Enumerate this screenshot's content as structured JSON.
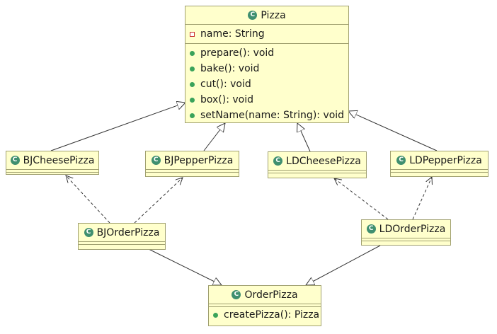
{
  "classes": {
    "pizza": {
      "name": "Pizza",
      "fields": [
        "name: String"
      ],
      "methods": [
        "prepare(): void",
        "bake(): void",
        "cut(): void",
        "box(): void",
        "setName(name: String): void"
      ]
    },
    "bj_cheese": {
      "name": "BJCheesePizza"
    },
    "bj_pepper": {
      "name": "BJPepperPizza"
    },
    "ld_cheese": {
      "name": "LDCheesePizza"
    },
    "ld_pepper": {
      "name": "LDPepperPizza"
    },
    "bj_order": {
      "name": "BJOrderPizza"
    },
    "ld_order": {
      "name": "LDOrderPizza"
    },
    "order": {
      "name": "OrderPizza",
      "methods": [
        "createPizza(): Pizza"
      ]
    }
  },
  "icons": {
    "class": "class-icon",
    "method": "public-method-icon",
    "field": "private-field-icon"
  },
  "colors": {
    "box_fill": "#ffffcc",
    "box_border": "#a0a070",
    "class_icon": "#3f8f6f",
    "method_icon": "#3aa35a",
    "field_icon": "#c83030"
  }
}
